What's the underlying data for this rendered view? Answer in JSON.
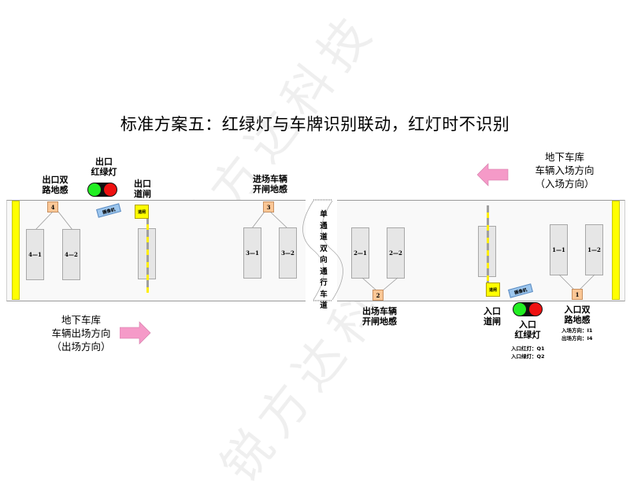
{
  "title": "标准方案五：红绿灯与车牌识别联动，红灯时不识别",
  "watermark": "锐方达科技",
  "colors": {
    "lane_stripe": "#ffff00",
    "sensor_box": "#fbc796",
    "coil": "#e6e6e6",
    "green_lamp": "#22ee22",
    "red_lamp": "#ee1111",
    "camera": "#9cc6ee",
    "arrow": "#f59ac8"
  },
  "direction_in": {
    "line1": "地下车库",
    "line2": "车辆入场方向",
    "line3": "（入场方向）"
  },
  "direction_out": {
    "line1": "地下车库",
    "line2": "车辆出场方向",
    "line3": "（出场方向）"
  },
  "exit": {
    "sensor_label_1": "出口双",
    "sensor_label_2": "路地感",
    "sensor_id": "4",
    "coils": [
      "4—1",
      "4—2"
    ],
    "light_label_1": "出口",
    "light_label_2": "红绿灯",
    "gate_label_1": "出口",
    "gate_label_2": "道闸",
    "gate_box": "道闸",
    "camera": "摄像机"
  },
  "entry_open_sensor": {
    "label_1": "进场车辆",
    "label_2": "开闸地感",
    "sensor_id": "3",
    "coils": [
      "3—1",
      "3—2"
    ]
  },
  "lane_divider": {
    "text": "单通道双向通行车道"
  },
  "exit_open_sensor": {
    "label_1": "出场车辆",
    "label_2": "开闸地感",
    "sensor_id": "2",
    "coils": [
      "2—1",
      "2—2"
    ]
  },
  "entry": {
    "gate_label_1": "入口",
    "gate_label_2": "道闸",
    "gate_box": "道闸",
    "camera": "摄像机",
    "light_label_1": "入口",
    "light_label_2": "红绿灯",
    "light_note_1": "入口红灯：Q1",
    "light_note_2": "入口绿灯：Q2",
    "sensor_label_1": "入口双",
    "sensor_label_2": "路地感",
    "sensor_id": "1",
    "coils": [
      "1—1",
      "1—2"
    ],
    "sensor_note_1": "入场方向：I1",
    "sensor_note_2": "出场方向：I4"
  }
}
